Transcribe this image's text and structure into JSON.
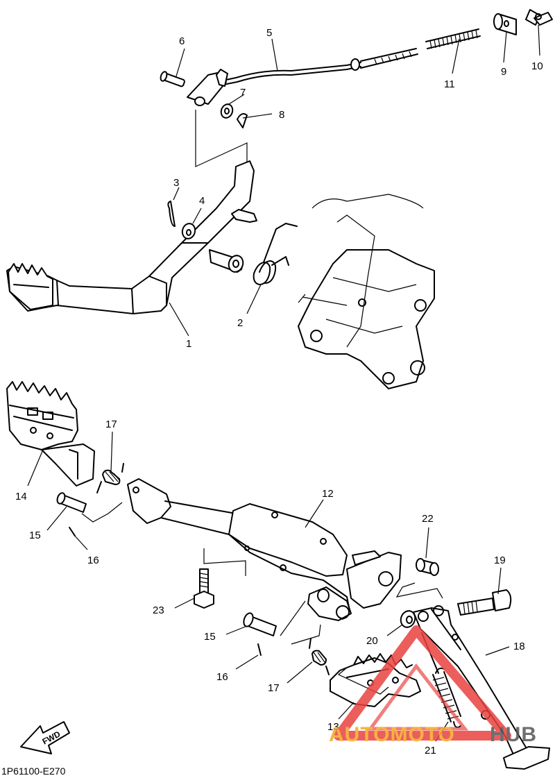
{
  "diagram_code": "1P61100-E270",
  "fwd_label": "FWD",
  "watermark": {
    "text_a": "AUTOMOTO",
    "text_b": "HUB",
    "color_a": "#f5a623",
    "color_b": "#555555",
    "triangle_color": "#e8423f"
  },
  "callouts": [
    {
      "id": "1",
      "label": "1"
    },
    {
      "id": "2",
      "label": "2"
    },
    {
      "id": "3",
      "label": "3"
    },
    {
      "id": "4",
      "label": "4"
    },
    {
      "id": "5",
      "label": "5"
    },
    {
      "id": "6",
      "label": "6"
    },
    {
      "id": "7",
      "label": "7"
    },
    {
      "id": "8",
      "label": "8"
    },
    {
      "id": "9",
      "label": "9"
    },
    {
      "id": "10",
      "label": "10"
    },
    {
      "id": "11",
      "label": "11"
    },
    {
      "id": "12",
      "label": "12"
    },
    {
      "id": "13",
      "label": "13"
    },
    {
      "id": "14",
      "label": "14"
    },
    {
      "id": "15a",
      "label": "15"
    },
    {
      "id": "15b",
      "label": "15"
    },
    {
      "id": "16a",
      "label": "16"
    },
    {
      "id": "16b",
      "label": "16"
    },
    {
      "id": "17a",
      "label": "17"
    },
    {
      "id": "17b",
      "label": "17"
    },
    {
      "id": "18",
      "label": "18"
    },
    {
      "id": "19",
      "label": "19"
    },
    {
      "id": "20",
      "label": "20"
    },
    {
      "id": "21",
      "label": "21"
    },
    {
      "id": "22",
      "label": "22"
    },
    {
      "id": "23",
      "label": "23"
    }
  ]
}
